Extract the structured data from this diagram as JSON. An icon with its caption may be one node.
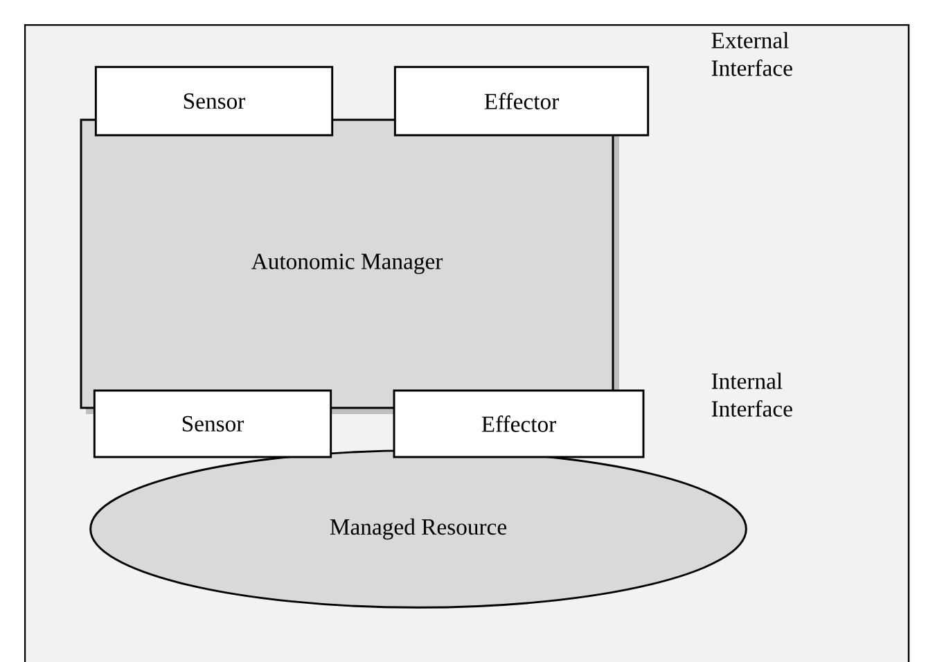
{
  "diagram": {
    "nodes": [
      {
        "text": [
          "Sensor"
        ]
      },
      {
        "text": [
          "Effector"
        ]
      },
      {
        "text": [
          "Autonomic Manager"
        ]
      },
      {
        "text": [
          "Sensor"
        ]
      },
      {
        "text": [
          "Effector"
        ]
      },
      {
        "text": [
          "Managed Resource"
        ]
      }
    ],
    "labels": [
      "External Interface",
      "Internal Interface"
    ]
  }
}
